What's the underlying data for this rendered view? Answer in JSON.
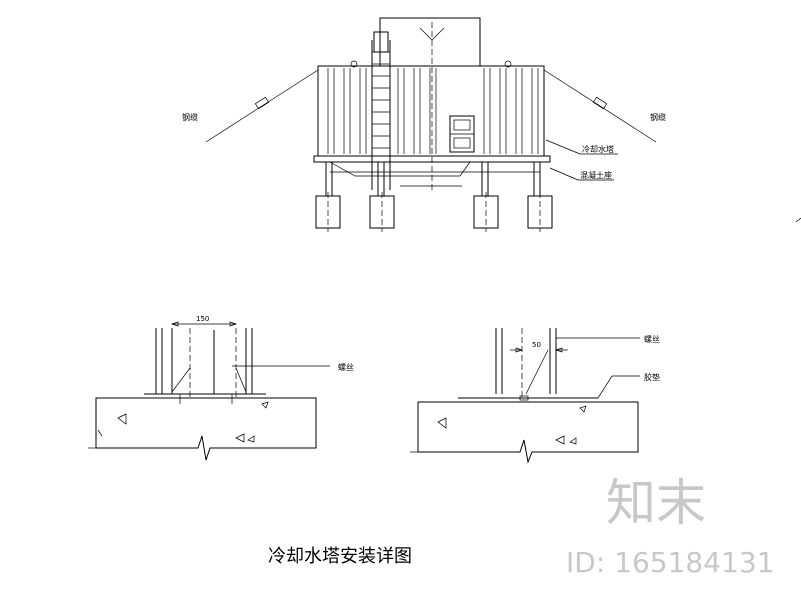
{
  "labels": {
    "cable_left": "钢缆",
    "cable_right": "钢缆",
    "tower": "冷却水塔",
    "base": "混凝土座",
    "bolt_left": "螺丝",
    "bolt_right": "螺丝",
    "pad": "胶垫"
  },
  "dimensions": {
    "left_width": "150",
    "right_width": "50"
  },
  "title": "冷却水塔安装详图",
  "watermark": {
    "logo": "知末",
    "id": "ID: 165184131"
  }
}
